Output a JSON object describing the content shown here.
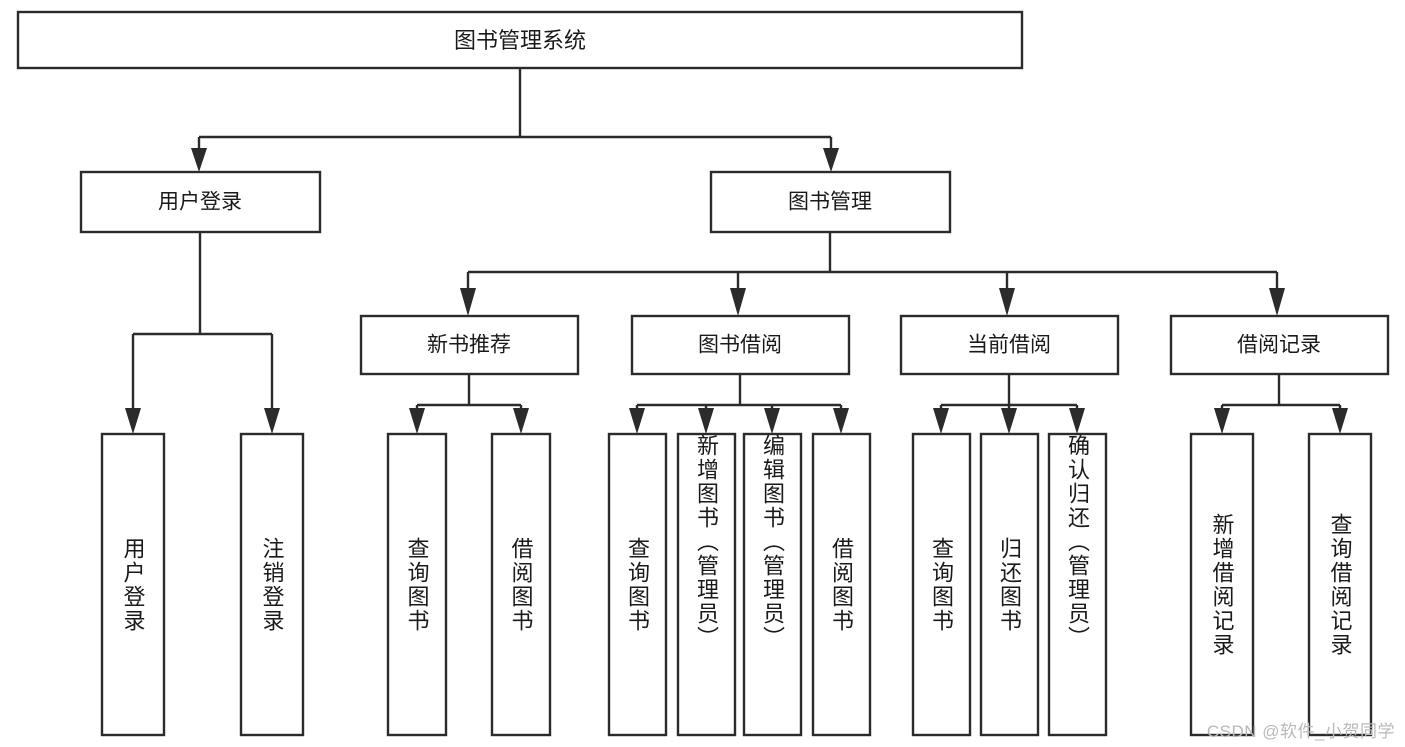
{
  "diagram": {
    "title": "图书管理系统",
    "type": "tree-hierarchy-chart",
    "colors": {
      "box_stroke": "#2b2b2b",
      "box_fill": "#ffffff",
      "connector": "#2b2b2b",
      "text": "#1a1a1a",
      "background": "#ffffff",
      "watermark": "#b9b9b9"
    },
    "root": {
      "label": "图书管理系统"
    },
    "level1": [
      {
        "label": "用户登录"
      },
      {
        "label": "图书管理"
      }
    ],
    "level2": [
      {
        "label": "新书推荐"
      },
      {
        "label": "图书借阅"
      },
      {
        "label": "当前借阅"
      },
      {
        "label": "借阅记录"
      }
    ],
    "leaves": {
      "user_login": [
        {
          "label": "用户登录"
        },
        {
          "label": "注销登录"
        }
      ],
      "new_book_recommend": [
        {
          "label": "查询图书"
        },
        {
          "label": "借阅图书"
        }
      ],
      "book_borrow": [
        {
          "label": "查询图书"
        },
        {
          "label": "新增图书（管理员）"
        },
        {
          "label": "编辑图书（管理员）"
        },
        {
          "label": "借阅图书"
        }
      ],
      "current_borrow": [
        {
          "label": "查询图书"
        },
        {
          "label": "归还图书"
        },
        {
          "label": "确认归还（管理员）"
        }
      ],
      "borrow_record": [
        {
          "label": "新增借阅记录"
        },
        {
          "label": "查询借阅记录"
        }
      ]
    }
  },
  "watermark": {
    "text": "CSDN @软件_小贺同学"
  }
}
